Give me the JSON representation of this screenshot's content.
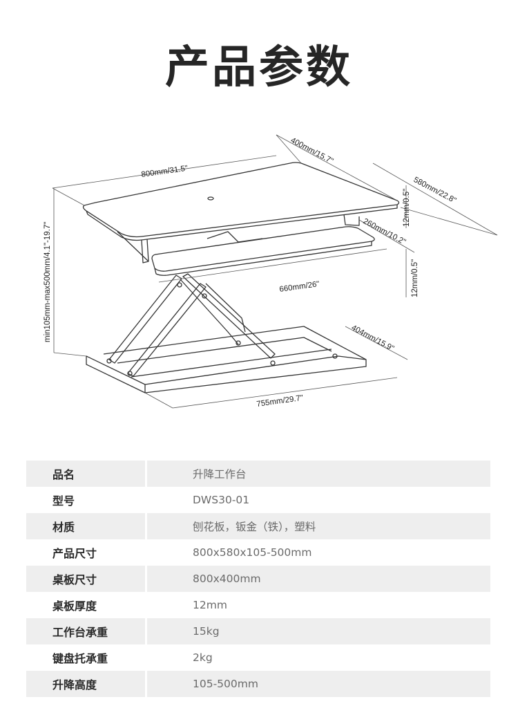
{
  "title": "产品参数",
  "dimensions": {
    "board_width": "800mm/31.5\"",
    "board_depth": "400mm/15.7\"",
    "total_depth": "580mm/22.8\"",
    "board_thickness": "12mm/0.5\"",
    "keyboard_depth": "260mm/10.2\"",
    "keyboard_thickness": "12mm/0.5\"",
    "keyboard_width": "660mm/26\"",
    "height_range": "min105mm-max500mm/4.1\"-19.7\"",
    "base_depth": "404mm/15.9\"",
    "base_width": "755mm/29.7\""
  },
  "specs": [
    {
      "label": "品名",
      "value": "升降工作台"
    },
    {
      "label": "型号",
      "value": "DWS30-01"
    },
    {
      "label": "材质",
      "value": "刨花板，钣金（铁），塑料"
    },
    {
      "label": "产品尺寸",
      "value": "800x580x105-500mm"
    },
    {
      "label": "桌板尺寸",
      "value": "800x400mm"
    },
    {
      "label": "桌板厚度",
      "value": "12mm"
    },
    {
      "label": "工作台承重",
      "value": "15kg"
    },
    {
      "label": "键盘托承重",
      "value": "2kg"
    },
    {
      "label": "升降高度",
      "value": "105-500mm"
    }
  ]
}
